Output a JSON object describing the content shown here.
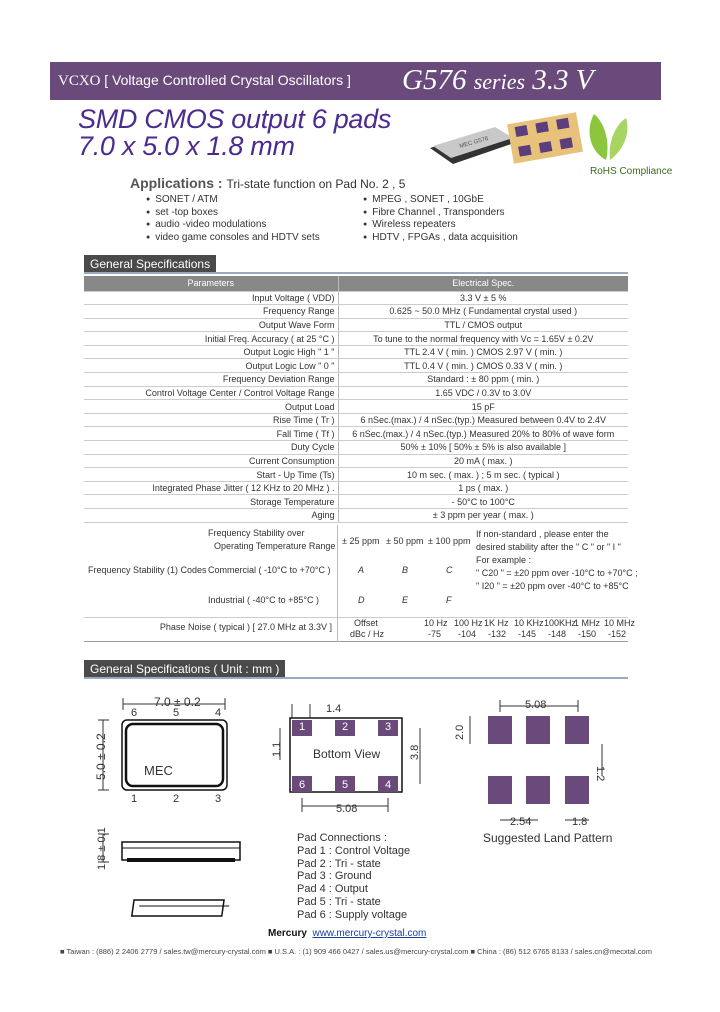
{
  "banner": {
    "category": "VCXO",
    "category_desc": "[ Voltage Controlled Crystal Oscillators ]",
    "model": "G576",
    "series": "series",
    "voltage": "3.3 V"
  },
  "title": {
    "line1": "SMD   CMOS output  6 pads",
    "line2": "7.0 x 5.0 x 1.8 mm"
  },
  "rohs": "RoHS Compliance",
  "applications": {
    "heading": "Applications :",
    "note": "Tri-state function on Pad No. 2 , 5",
    "left": [
      "SONET / ATM",
      "set -top boxes",
      "audio -video modulations",
      "video game consoles and HDTV sets"
    ],
    "right": [
      "MPEG , SONET , 10GbE",
      "Fibre Channel , Transponders",
      "Wireless repeaters",
      "HDTV , FPGAs , data acquisition"
    ]
  },
  "general_spec": {
    "heading": "General Specifications",
    "header": [
      "Parameters",
      "Electrical  Spec."
    ],
    "rows": [
      [
        "Input Voltage ( VDD)",
        "3.3 V ± 5 %"
      ],
      [
        "Frequency Range",
        "0.625 ~ 50.0 MHz  ( Fundamental crystal used )"
      ],
      [
        "Output Wave Form",
        "TTL  /  CMOS output"
      ],
      [
        "Initial Freq. Accuracy ( at 25 °C )",
        "To tune to the normal frequency  with Vc = 1.65V ± 0.2V"
      ],
      [
        "Output Logic High \" 1 \"",
        "TTL          2.4 V ( min. )          CMOS          2.97 V ( min. )"
      ],
      [
        "Output Logic Low \" 0 \"",
        "TTL          0.4 V ( min. )          CMOS          0.33 V ( min. )"
      ],
      [
        "Frequency Deviation Range",
        "Standard : ± 80 ppm ( min. )"
      ],
      [
        "Control Voltage Center / Control Voltage Range",
        "1.65 VDC  /  0.3V  to  3.0V"
      ],
      [
        "Output  Load",
        "15 pF"
      ],
      [
        "Rise Time ( Tr )",
        "6 nSec.(max.) / 4 nSec.(typ.)  Measured between 0.4V to 2.4V"
      ],
      [
        "Fall Time ( Tf )",
        "6 nSec.(max.) / 4 nSec.(typ.)  Measured 20% to 80% of wave form"
      ],
      [
        "Duty  Cycle",
        "50% ± 10%   [ 50% ± 5% is also available ]"
      ],
      [
        "Current Consumption",
        "20 mA ( max. )"
      ],
      [
        "Start - Up Time (Ts)",
        "10 m sec. ( max. )  ;  5 m sec. ( typical )"
      ],
      [
        "Integrated Phase Jitter ( 12 KHz to 20 MHz ) .",
        "1 ps ( max. )"
      ],
      [
        "Storage Temperature",
        "- 50°C to 100°C"
      ],
      [
        "Aging",
        "± 3 ppm per year ( max. )"
      ]
    ],
    "stability": {
      "label": "Frequency Stability (1) Codes",
      "over_label": "Frequency Stability over",
      "over_label2": "Operating Temperature Range",
      "cols": [
        "± 25 ppm",
        "± 50 ppm",
        "± 100 ppm"
      ],
      "commercial": {
        "label": "Commercial  ( -10°C to +70°C )",
        "codes": [
          "A",
          "B",
          "C"
        ]
      },
      "industrial": {
        "label": "Industrial  ( -40°C to +85°C )",
        "codes": [
          "D",
          "E",
          "F"
        ]
      },
      "notes": [
        "If non-standard , please enter the",
        "desired stability after the \" C \" or \" I \"",
        "For example :",
        "\" C20 \" = ±20 ppm over -10°C to +70°C ;",
        "\" I20 \" = ±20 ppm over -40°C to +85°C"
      ]
    },
    "phase_noise": {
      "label": "Phase Noise ( typical )  [ 27.0 MHz at  3.3V ]",
      "offset_label": "Offset",
      "level_label": "dBc / Hz",
      "offsets": [
        "10 Hz",
        "100 Hz",
        "1K Hz",
        "10 KHz",
        "100KHz",
        "1 MHz",
        "10 MHz"
      ],
      "values": [
        "-75",
        "-104",
        "-132",
        "-145",
        "-148",
        "-150",
        "-152"
      ]
    }
  },
  "dimensions": {
    "heading": "General Specifications   ( Unit : mm )",
    "top": {
      "width": "7.0 ± 0.2",
      "height": "5.0 ± 0.2",
      "pins_top": [
        "6",
        "5",
        "4"
      ],
      "pins_bottom": [
        "1",
        "2",
        "3"
      ],
      "marking": "MEC"
    },
    "height_dim": "1.8 ± 0.1",
    "bottom": {
      "label": "Bottom View",
      "d1": "1.4",
      "d2": "1.1",
      "d3": "3.8",
      "d4": "5.08",
      "pins_top": [
        "1",
        "2",
        "3"
      ],
      "pins_bottom": [
        "6",
        "5",
        "4"
      ]
    },
    "land": {
      "label": "Suggested Land Pattern",
      "d1": "5.08",
      "d2": "2.0",
      "d3": "1.2",
      "d4": "2.54",
      "d5": "1.8"
    }
  },
  "pads": [
    "Pad Connections :",
    "Pad 1 : Control Voltage",
    "Pad 2 : Tri - state",
    "Pad 3 : Ground",
    "Pad 4 : Output",
    "Pad 5 : Tri - state",
    "Pad 6 : Supply voltage"
  ],
  "footer": {
    "brand": "Mercury",
    "url": "www.mercury-crystal.com",
    "contacts": "■ Taiwan : (886) 2 2406 2779 / sales.tw@mercury-crystal.com   ■ U.S.A. : (1) 909 466 0427 / sales.us@mercury-crystal.com   ■ China : (86) 512 6765 8133 / sales.cn@mecxtal.com"
  },
  "colors": {
    "banner": "#6a4a7a",
    "title": "#4b2b8e",
    "pad": "#6a4a7a"
  }
}
